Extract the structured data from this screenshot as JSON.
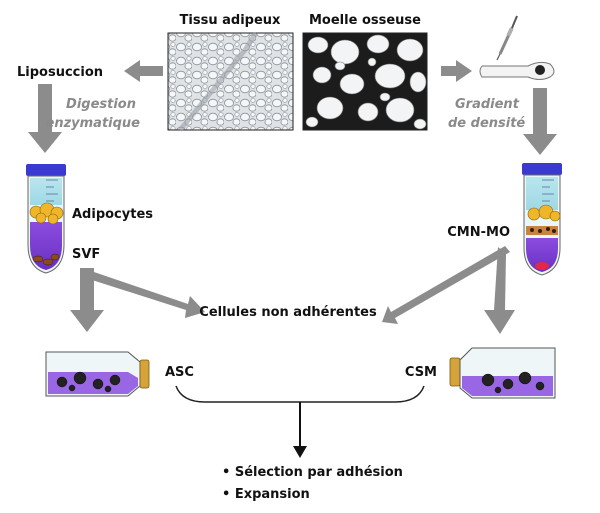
{
  "labels": {
    "tissu_adipeux": "Tissu adipeux",
    "moelle_osseuse": "Moelle osseuse",
    "liposuccion": "Liposuccion",
    "digestion": "Digestion",
    "enzymatique": "enzymatique",
    "gradient": "Gradient",
    "de_densite": "de densité",
    "adipocytes": "Adipocytes",
    "svf": "SVF",
    "cmn_mo": "CMN-MO",
    "cellules_non_adherentes": "Cellules non adhérentes",
    "asc": "ASC",
    "csm": "CSM"
  },
  "steps": [
    "• Sélection par adhésion",
    "• Expansion"
  ],
  "colors": {
    "arrow_gray": "#8c8c8c",
    "tube_purple": "#7a3fd0",
    "tube_cap": "#3a3ad0",
    "adipocyte_yellow": "#f0b62a",
    "flask_cap": "#d6a23a"
  }
}
